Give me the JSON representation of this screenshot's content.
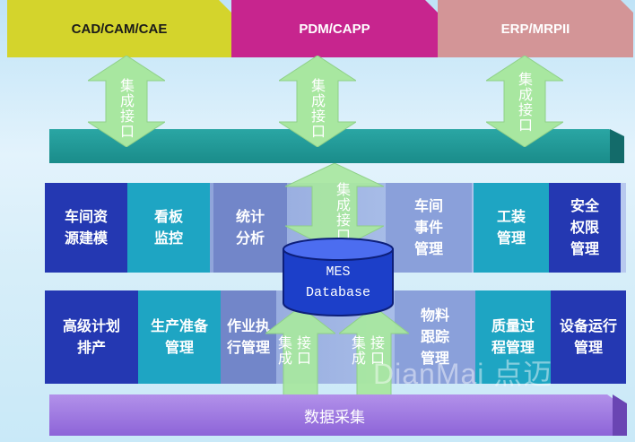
{
  "systems": {
    "cad": "CAD/CAM/CAE",
    "pdm": "PDM/CAPP",
    "erp": "ERP/MRPII"
  },
  "colors": {
    "cad": "#d6d62e",
    "pdm": "#c8248f",
    "erp": "#d69799",
    "integration_bar": "#1f9896",
    "data_collection": "#a27ae3",
    "arrow": "#a9e8a2"
  },
  "arrows": {
    "integration_label": "集成接口",
    "interface_label": "接口集成"
  },
  "database": {
    "line1": "MES",
    "line2": "Database"
  },
  "modules_upper": [
    {
      "label": "车间资\n源建模"
    },
    {
      "label": "看板\n监控"
    },
    {
      "label": "统计\n分析"
    },
    {
      "label": "车间\n事件\n管理"
    },
    {
      "label": "工装\n管理"
    },
    {
      "label": "安全\n权限\n管理"
    }
  ],
  "modules_lower": [
    {
      "label": "高级计划\n排产"
    },
    {
      "label": "生产准备\n管理"
    },
    {
      "label": "作业执\n行管理"
    },
    {
      "label": "物料\n跟踪\n管理"
    },
    {
      "label": "质量过\n程管理"
    },
    {
      "label": "设备运行\n管理"
    }
  ],
  "data_collection": "数据采集",
  "watermark": "DianMai 点迈"
}
